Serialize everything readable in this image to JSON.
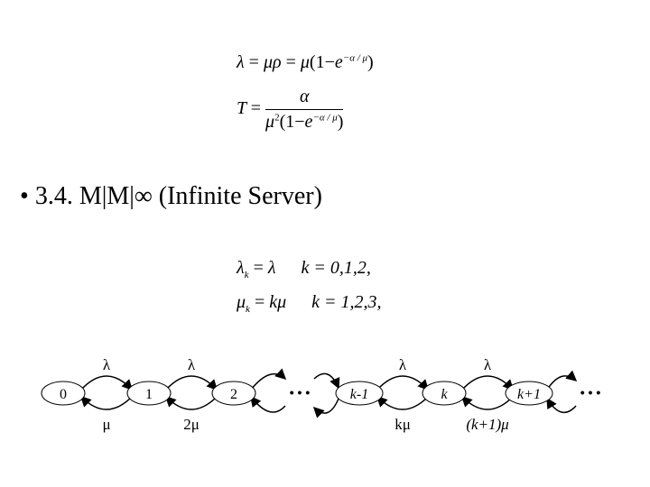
{
  "formula1": {
    "lhs": "λ",
    "eq1": "=",
    "mid": "μρ",
    "eq2": "=",
    "rhs_mu": "μ",
    "rhs_open": "(1",
    "rhs_minus": "−",
    "rhs_e": "e",
    "rhs_exp": "−α / μ",
    "rhs_close": ")"
  },
  "formula2": {
    "lhs": "T",
    "eq": "=",
    "num": "α",
    "den_mu": "μ",
    "den_pow": "2",
    "den_open": "(1",
    "den_minus": "−",
    "den_e": "e",
    "den_exp": "−α / μ",
    "den_close": ")"
  },
  "bullet": {
    "marker": "•",
    "text": "3.4. M|M|∞ (Infinite Server)"
  },
  "rates": {
    "row1": {
      "sym": "λ",
      "sub": "k",
      "eq": "=",
      "val": "λ",
      "cond": "k = 0,1,2,⃞"
    },
    "row2": {
      "sym": "μ",
      "sub": "k",
      "eq": "=",
      "val": "kμ",
      "cond": "k = 1,2,3,⃞"
    }
  },
  "states": [
    "0",
    "1",
    "2",
    "k-1",
    "k",
    "k+1"
  ],
  "arrival_labels": [
    "λ",
    "λ",
    "λ",
    "λ"
  ],
  "service_labels": [
    "μ",
    "2μ",
    "kμ",
    "(k+1)μ"
  ],
  "ellipsis": "• • •"
}
